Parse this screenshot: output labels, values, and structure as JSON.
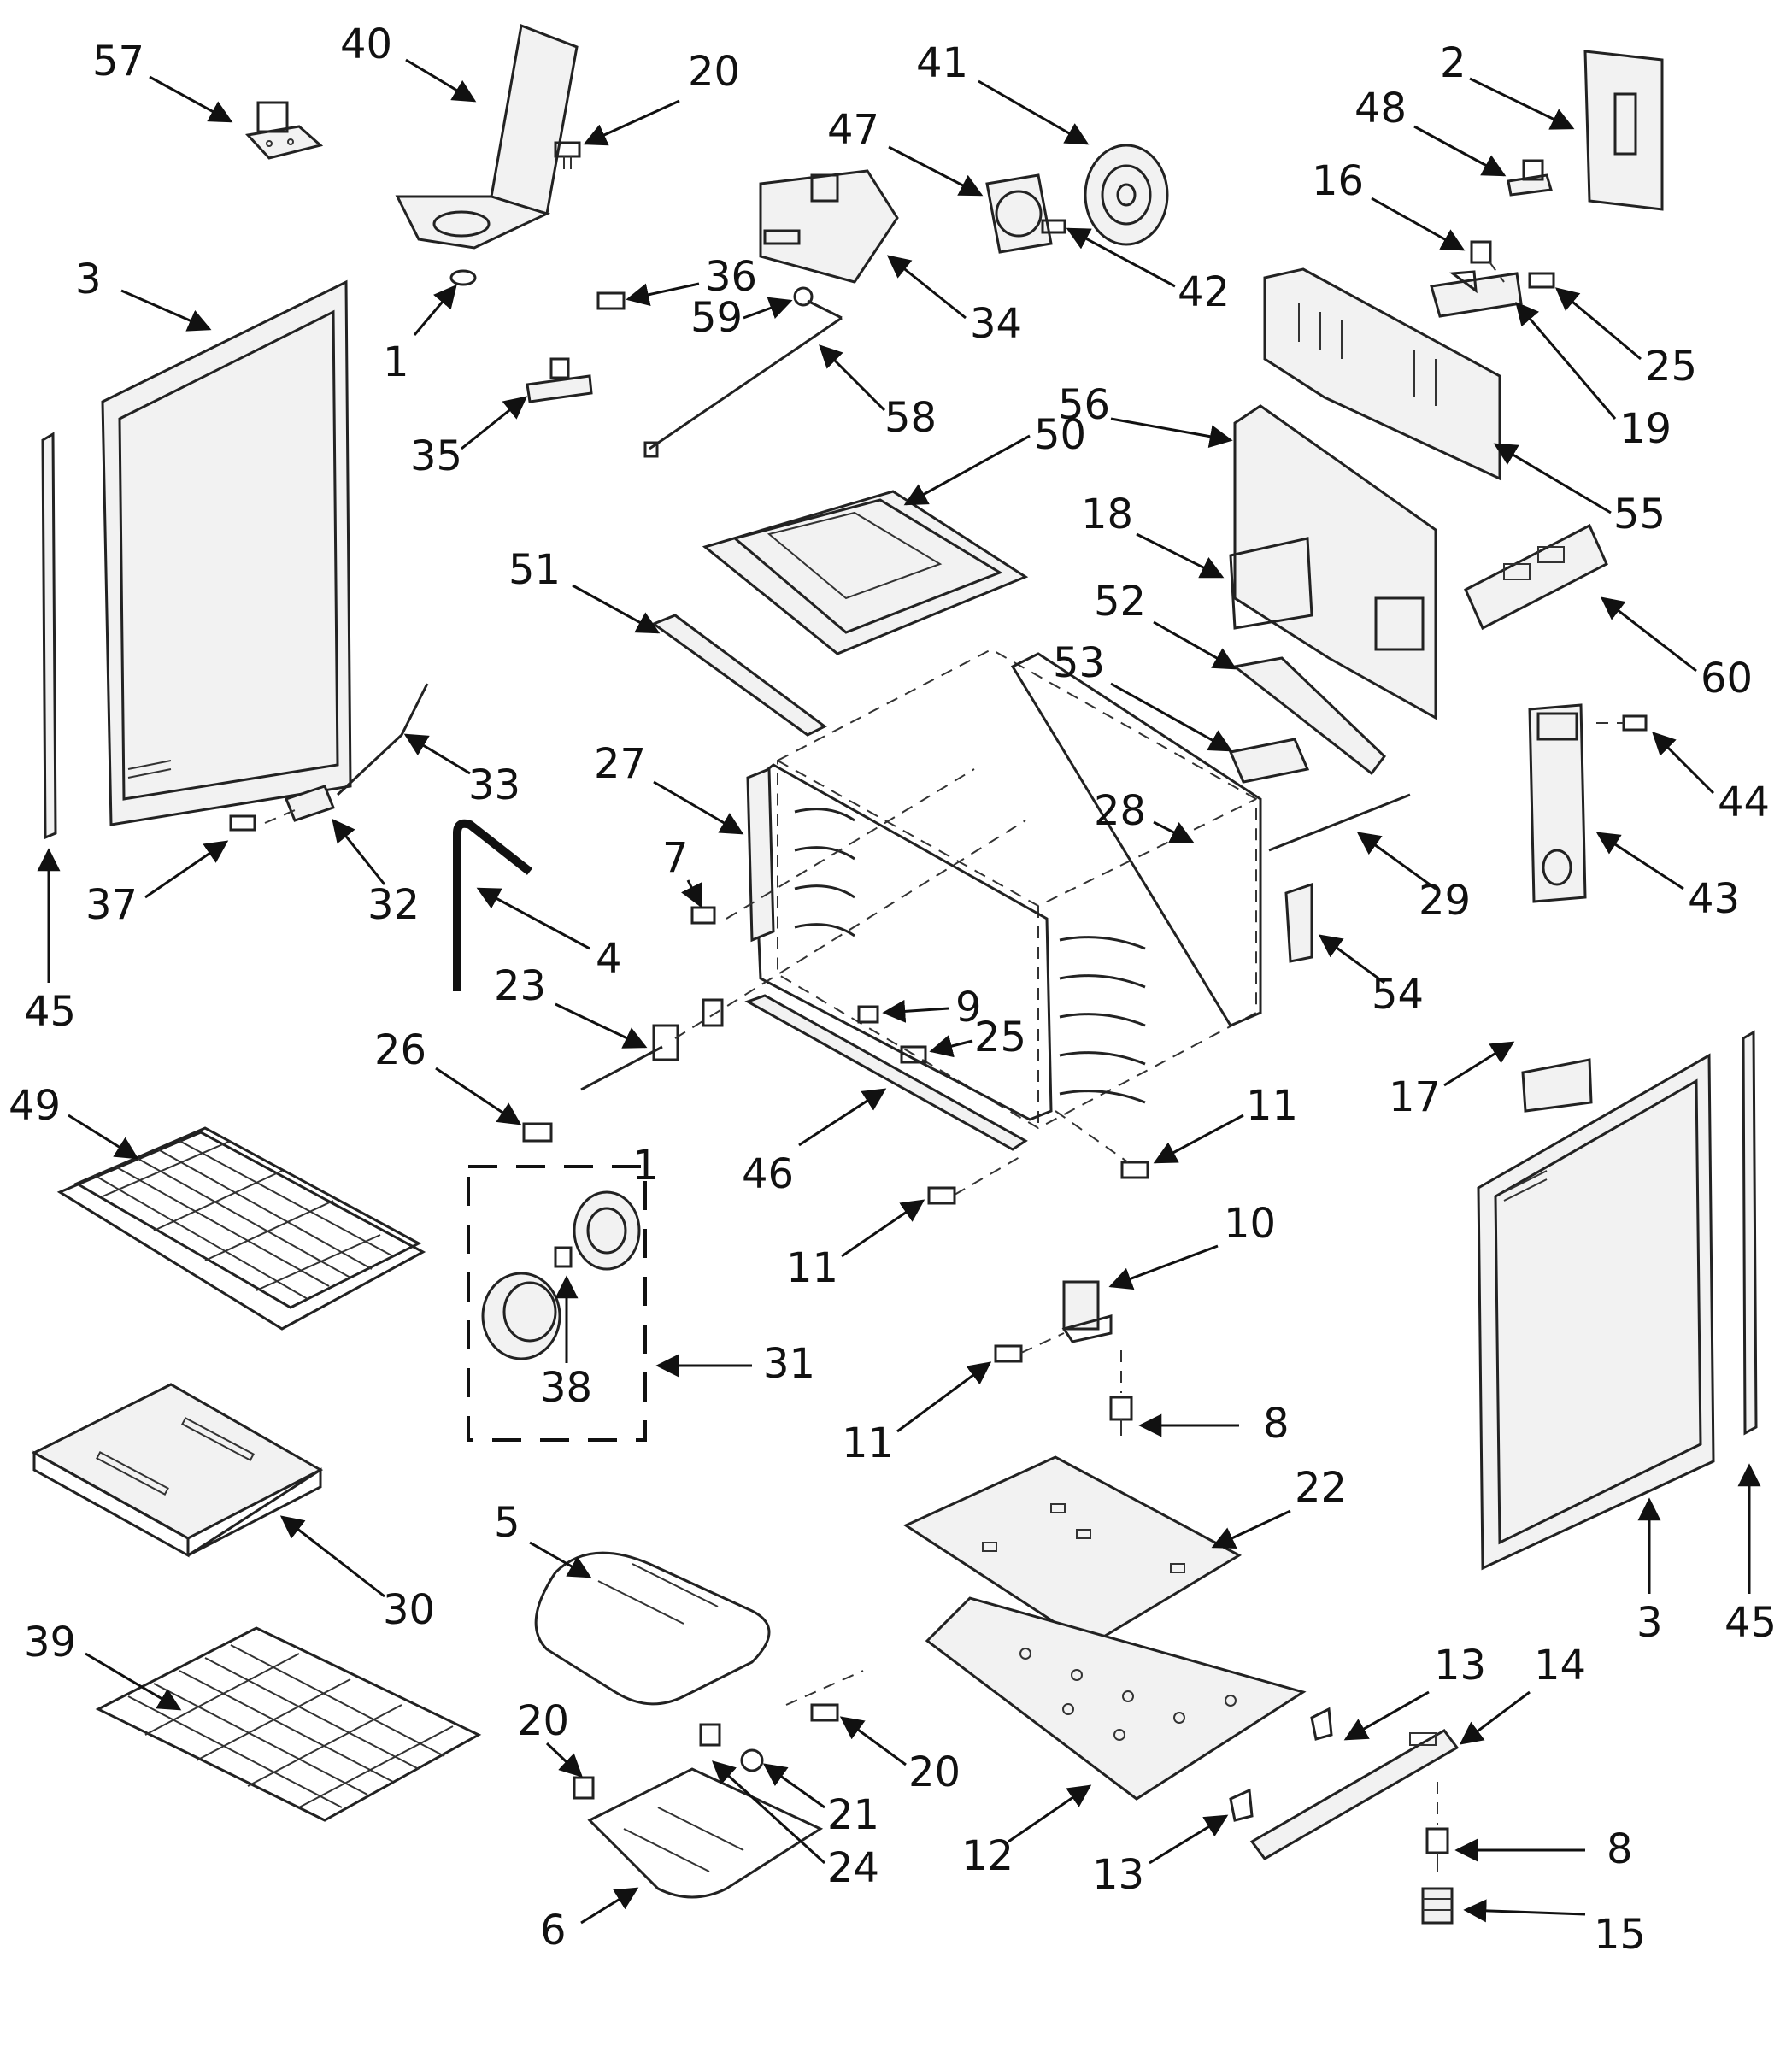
{
  "diagram": {
    "callouts": [
      {
        "id": "57",
        "label": "57"
      },
      {
        "id": "40",
        "label": "40"
      },
      {
        "id": "20a",
        "label": "20"
      },
      {
        "id": "41",
        "label": "41"
      },
      {
        "id": "47",
        "label": "47"
      },
      {
        "id": "2",
        "label": "2"
      },
      {
        "id": "48",
        "label": "48"
      },
      {
        "id": "16",
        "label": "16"
      },
      {
        "id": "3a",
        "label": "3"
      },
      {
        "id": "36",
        "label": "36"
      },
      {
        "id": "42",
        "label": "42"
      },
      {
        "id": "25a",
        "label": "25"
      },
      {
        "id": "1a",
        "label": "1"
      },
      {
        "id": "34",
        "label": "34"
      },
      {
        "id": "59",
        "label": "59"
      },
      {
        "id": "19",
        "label": "19"
      },
      {
        "id": "56",
        "label": "56"
      },
      {
        "id": "58",
        "label": "58"
      },
      {
        "id": "35",
        "label": "35"
      },
      {
        "id": "50",
        "label": "50"
      },
      {
        "id": "55",
        "label": "55"
      },
      {
        "id": "18",
        "label": "18"
      },
      {
        "id": "51",
        "label": "51"
      },
      {
        "id": "52",
        "label": "52"
      },
      {
        "id": "60",
        "label": "60"
      },
      {
        "id": "53",
        "label": "53"
      },
      {
        "id": "33",
        "label": "33"
      },
      {
        "id": "27",
        "label": "27"
      },
      {
        "id": "28",
        "label": "28"
      },
      {
        "id": "44",
        "label": "44"
      },
      {
        "id": "7",
        "label": "7"
      },
      {
        "id": "37",
        "label": "37"
      },
      {
        "id": "32",
        "label": "32"
      },
      {
        "id": "29",
        "label": "29"
      },
      {
        "id": "43",
        "label": "43"
      },
      {
        "id": "4",
        "label": "4"
      },
      {
        "id": "23",
        "label": "23"
      },
      {
        "id": "9",
        "label": "9"
      },
      {
        "id": "54",
        "label": "54"
      },
      {
        "id": "45a",
        "label": "45"
      },
      {
        "id": "25b",
        "label": "25"
      },
      {
        "id": "26",
        "label": "26"
      },
      {
        "id": "17",
        "label": "17"
      },
      {
        "id": "49",
        "label": "49"
      },
      {
        "id": "11a",
        "label": "11"
      },
      {
        "id": "1b",
        "label": "1"
      },
      {
        "id": "46",
        "label": "46"
      },
      {
        "id": "10",
        "label": "10"
      },
      {
        "id": "11b",
        "label": "11"
      },
      {
        "id": "38",
        "label": "38"
      },
      {
        "id": "31",
        "label": "31"
      },
      {
        "id": "11c",
        "label": "11"
      },
      {
        "id": "8a",
        "label": "8"
      },
      {
        "id": "22",
        "label": "22"
      },
      {
        "id": "5",
        "label": "5"
      },
      {
        "id": "30",
        "label": "30"
      },
      {
        "id": "3b",
        "label": "3"
      },
      {
        "id": "45b",
        "label": "45"
      },
      {
        "id": "39",
        "label": "39"
      },
      {
        "id": "13a",
        "label": "13"
      },
      {
        "id": "14",
        "label": "14"
      },
      {
        "id": "20b",
        "label": "20"
      },
      {
        "id": "20c",
        "label": "20"
      },
      {
        "id": "21",
        "label": "21"
      },
      {
        "id": "12",
        "label": "12"
      },
      {
        "id": "24",
        "label": "24"
      },
      {
        "id": "13b",
        "label": "13"
      },
      {
        "id": "8b",
        "label": "8"
      },
      {
        "id": "6",
        "label": "6"
      },
      {
        "id": "15",
        "label": "15"
      }
    ]
  }
}
